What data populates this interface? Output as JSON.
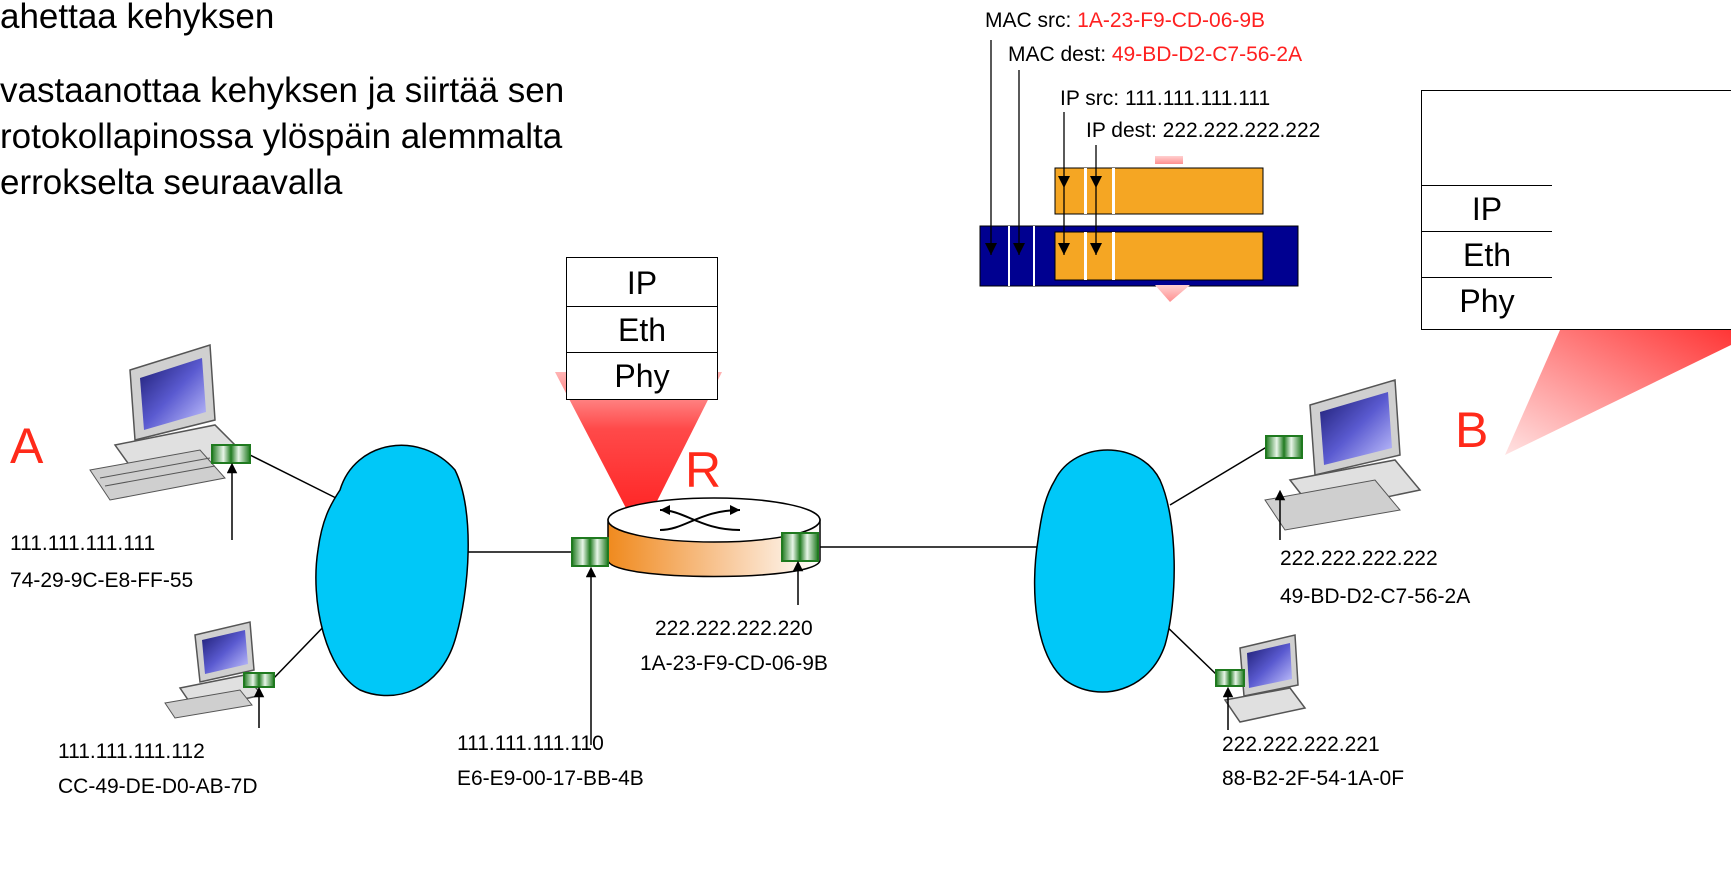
{
  "slide_text": {
    "line1": "ahettaa kehyksen",
    "line2": "vastaanottaa kehyksen ja siirtää sen",
    "line3": "rotokollapinossa ylöspäin alemmalta",
    "line4": "errokselta seuraavalla"
  },
  "frame_header": {
    "mac_src_label": "MAC src: ",
    "mac_src_value": "1A-23-F9-CD-06-9B",
    "mac_dest_label": "MAC dest:  ",
    "mac_dest_value": "49-BD-D2-C7-56-2A",
    "ip_src": "IP src: 111.111.111.111",
    "ip_dest": "IP dest: 222.222.222.222"
  },
  "router_stack": {
    "layers": [
      "IP",
      "Eth",
      "Phy"
    ]
  },
  "host_b_stack": {
    "layers": [
      "IP",
      "Eth",
      "Phy"
    ]
  },
  "nodes": {
    "host_a": {
      "label": "A",
      "ip": "111.111.111.111",
      "mac": "74-29-9C-E8-FF-55"
    },
    "host_a2": {
      "ip": "111.111.111.112",
      "mac": "CC-49-DE-D0-AB-7D"
    },
    "router": {
      "label": "R",
      "left_ip": "111.111.111.110",
      "left_mac": "E6-E9-00-17-BB-4B",
      "right_ip": "222.222.222.220",
      "right_mac": "1A-23-F9-CD-06-9B"
    },
    "host_b": {
      "label": "B",
      "ip": "222.222.222.222",
      "mac": "49-BD-D2-C7-56-2A"
    },
    "host_b2": {
      "ip": "222.222.222.221",
      "mac": "88-B2-2F-54-1A-0F"
    }
  },
  "colors": {
    "cloud": "#00c8f8",
    "frame_blue": "#000090",
    "datagram_orange": "#f5a623",
    "accent_red": "#ff2020",
    "nic_green": "#1f7a1f"
  }
}
